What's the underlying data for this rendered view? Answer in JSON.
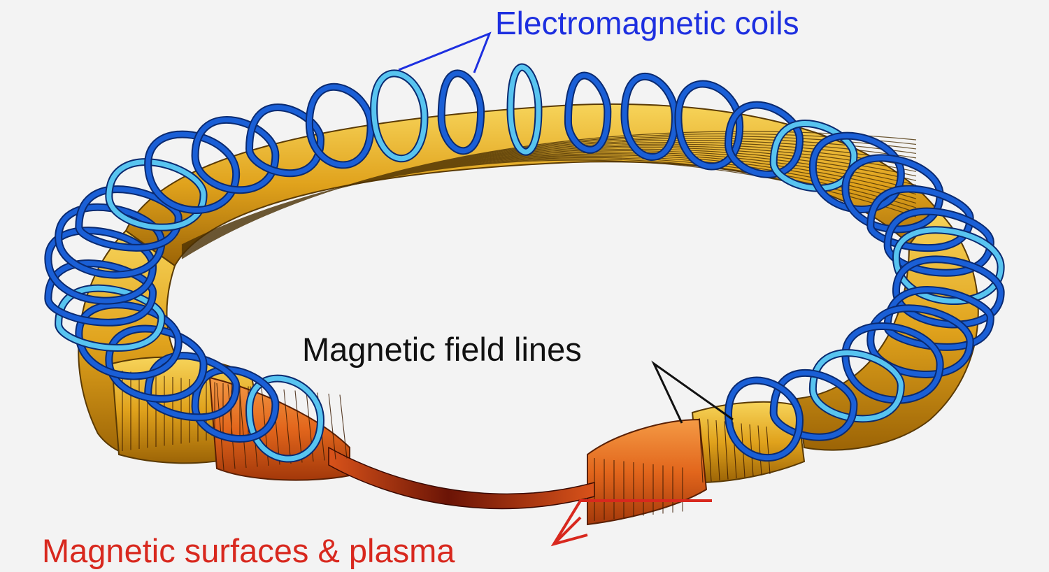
{
  "labels": {
    "coils": "Electromagnetic coils",
    "field_lines": "Magnetic field lines",
    "plasma": "Magnetic surfaces & plasma"
  },
  "colors": {
    "background": "#f3f3f3",
    "coil_blue": "#1a5fd6",
    "coil_highlight": "#58c4f0",
    "surface_gold": "#e0a21c",
    "surface_orange": "#e2661c",
    "plasma_dark": "#7a1a08",
    "coils_label": "#1d2fe0",
    "field_label": "#111111",
    "plasma_label": "#d8281e"
  },
  "coil_count": 42
}
